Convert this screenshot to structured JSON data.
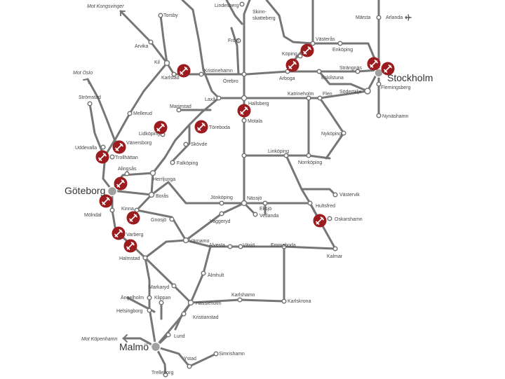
{
  "map": {
    "directions": [
      {
        "id": "kongsvinger",
        "label": "Mot Kongsvinger"
      },
      {
        "id": "oslo",
        "label": "Mot Oslo"
      },
      {
        "id": "kopenhamn",
        "label": "Mot Köpenhamn"
      }
    ],
    "major_cities": [
      {
        "id": "stockholm",
        "label": "Stockholm"
      },
      {
        "id": "goteborg",
        "label": "Göteborg"
      },
      {
        "id": "malmo",
        "label": "Malmö"
      }
    ],
    "stations": {
      "torsby": "Torsby",
      "arvika": "Arvika",
      "kil": "Kil",
      "karlstad": "Karlstad",
      "kristinehamn": "Kristinehamn",
      "lindesberg": "Lindesberg",
      "skinnskatteberg": "Skinn-\nskatteberg",
      "frovi": "Frövi",
      "orebro": "Örebro",
      "koping": "Köping",
      "vasteras": "Västerås",
      "enkoping": "Enköping",
      "arboga": "Arboga",
      "eskilstuna": "Eskilstuna",
      "strangnas": "Strängnäs",
      "sodertalje": "Södertälje",
      "flemingsberg": "Flemingsberg",
      "marsta": "Märsta",
      "arlanda": "Arlanda",
      "nynashamn": "Nynäshamn",
      "stromstad": "Strömstad",
      "mellerud": "Mellerud",
      "mariestad": "Mariestad",
      "laxa": "Laxå",
      "hallsberg": "Hallsberg",
      "motala": "Motala",
      "katrineholm": "Katrineholm",
      "flen": "Flen",
      "nykoping": "Nyköping",
      "lidkoping": "Lidköping",
      "toreboda": "Töreboda",
      "skovde": "Skövde",
      "uddevalla": "Uddevalla",
      "vanersborg": "Vänersborg",
      "trollhattan": "Trollhättan",
      "falkoping": "Falköping",
      "linkoping": "Linköping",
      "norrkoping": "Norrköping",
      "alingsas": "Alingsås",
      "herrljunga": "Herrljunga",
      "boras": "Borås",
      "jonkoping": "Jönköping",
      "nassjo": "Nässjö",
      "eksjo": "Eksjö",
      "vetlanda": "Vetlanda",
      "vastervik": "Västervik",
      "hultsfred": "Hultsfred",
      "oskarshamn": "Oskarshamn",
      "molndal": "Mölndal",
      "kinna": "Kinna",
      "gnosjo": "Gnosjö",
      "vaggeryd": "Vaggeryd",
      "varberg": "Varberg",
      "varnamo": "Värnamo",
      "alvesta": "Alvesta",
      "vaxjo": "Växjö",
      "emmaboda": "Emmaboda",
      "kalmar": "Kalmar",
      "halmstad": "Halmstad",
      "almhult": "Älmhult",
      "markaryd": "Markaryd",
      "angelholm": "Ängelholm",
      "klippan": "Klippan",
      "hassleholm": "Hässleholm",
      "karlshamn": "Karlshamn",
      "karlskrona": "Karlskrona",
      "helsingborg": "Helsingborg",
      "kristianstad": "Kristianstad",
      "lund": "Lund",
      "simrishamn": "Simrishamn",
      "ystad": "Ystad",
      "trelleborg": "Trelleborg"
    },
    "icons": {
      "roadwork": "wrench-icon",
      "airport": "airplane-icon"
    },
    "colors": {
      "rail": "#767676",
      "roadwork": "#9b1b1f",
      "station_fill": "#ffffff"
    }
  }
}
